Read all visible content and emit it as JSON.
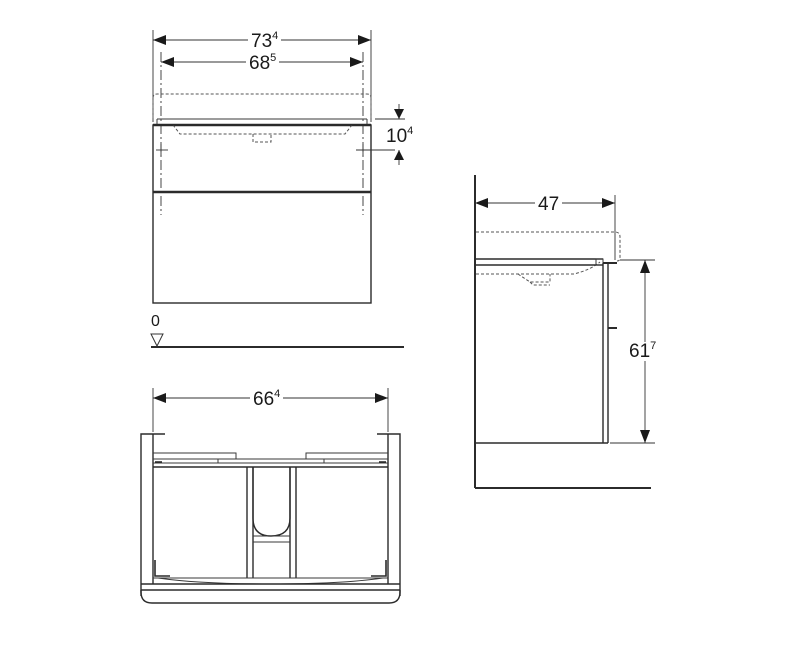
{
  "drawing": {
    "title": "Vanity unit dimensional drawing",
    "views": [
      "front-view",
      "plan-view",
      "side-view"
    ],
    "line_color": "#2b2b2b",
    "background": "#ffffff"
  },
  "front_view": {
    "overall_width": {
      "main": "73",
      "sup": "4"
    },
    "inner_width": {
      "main": "68",
      "sup": "5"
    },
    "top_drawer_height": {
      "main": "10",
      "sup": "4"
    },
    "floor_reference": {
      "label": "0"
    }
  },
  "plan_view": {
    "inner_width": {
      "main": "66",
      "sup": "4"
    }
  },
  "side_view": {
    "depth": {
      "main": "47",
      "sup": ""
    },
    "height": {
      "main": "61",
      "sup": "7"
    }
  }
}
